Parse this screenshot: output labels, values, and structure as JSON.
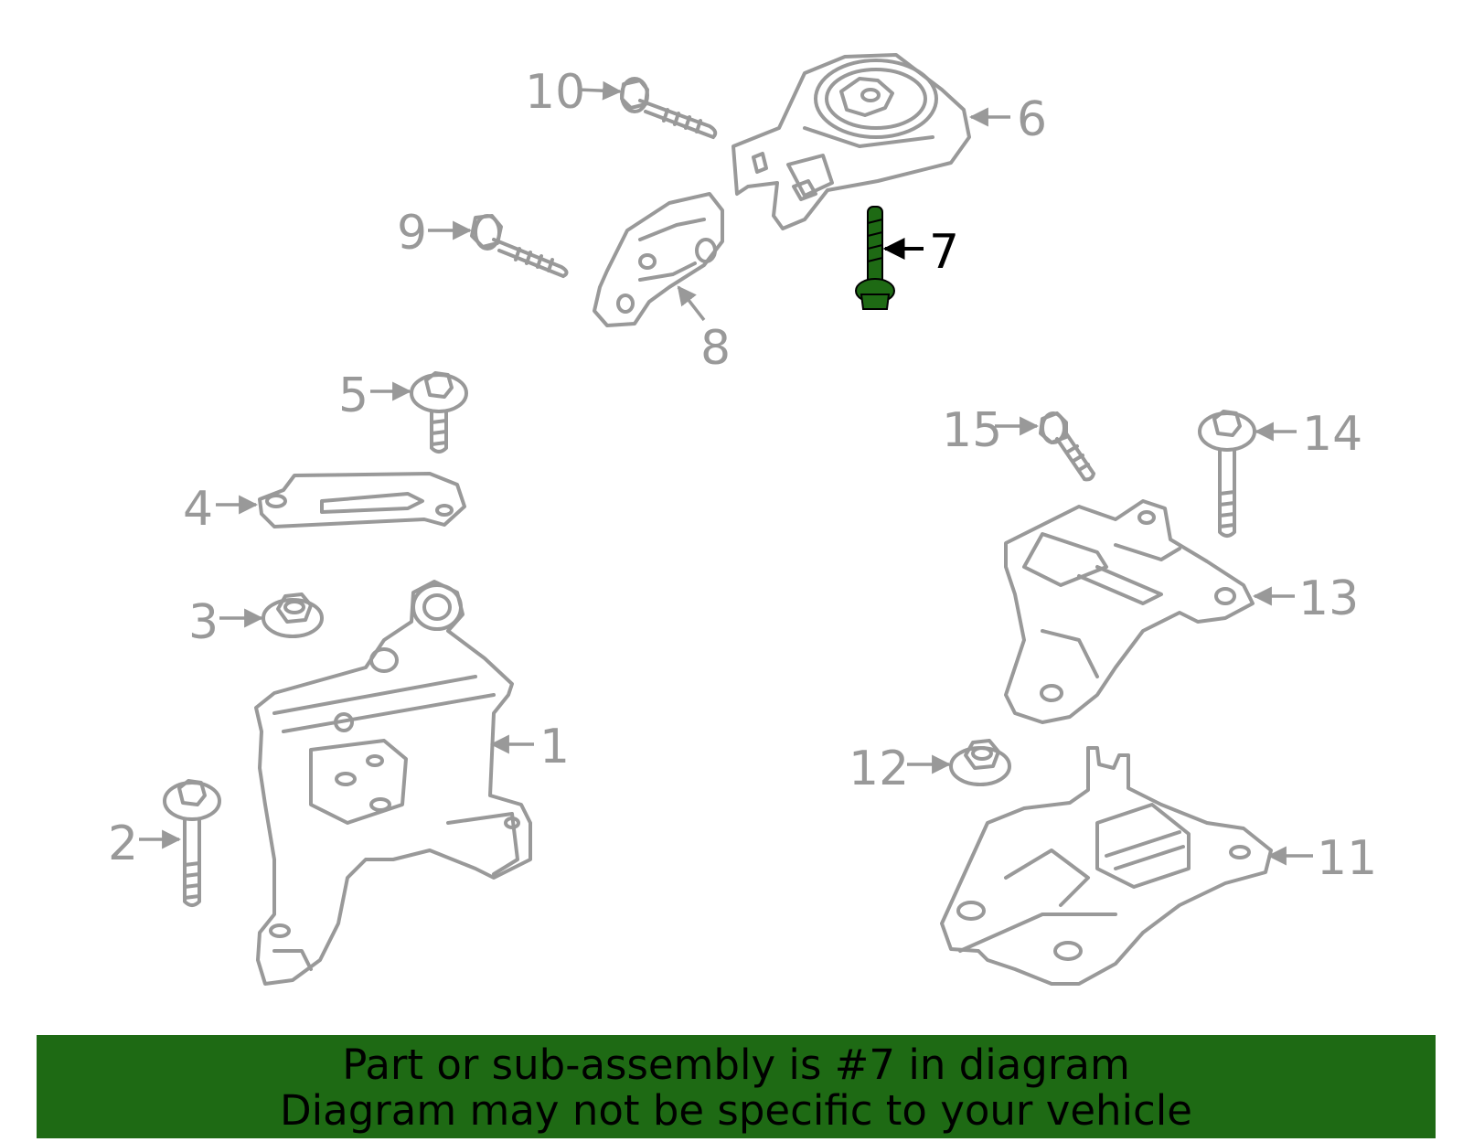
{
  "diagram": {
    "colors": {
      "line_art": "#999999",
      "highlight_part": "#1e6a14",
      "highlight_label": "#000000",
      "banner_background": "#1e6a14",
      "banner_text": "#000000"
    },
    "highlighted_callout": "7",
    "callouts": {
      "c1": "1",
      "c2": "2",
      "c3": "3",
      "c4": "4",
      "c5": "5",
      "c6": "6",
      "c7": "7",
      "c8": "8",
      "c9": "9",
      "c10": "10",
      "c11": "11",
      "c12": "12",
      "c13": "13",
      "c14": "14",
      "c15": "15"
    }
  },
  "banner": {
    "line1": "Part or sub-assembly is #7 in diagram",
    "line2": "Diagram may not be specific to your vehicle"
  }
}
